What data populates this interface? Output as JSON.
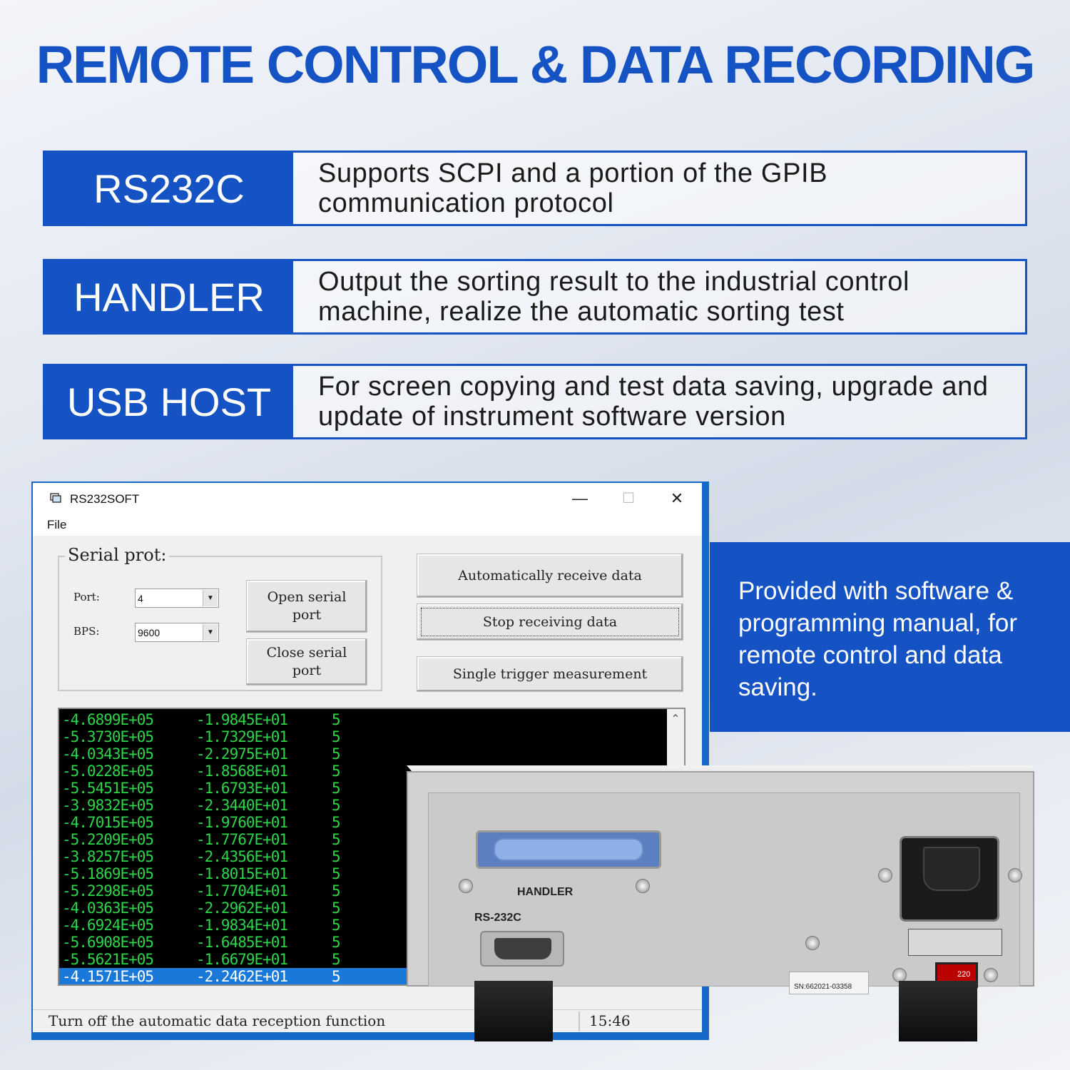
{
  "headline": "REMOTE CONTROL & DATA RECORDING",
  "features": [
    {
      "label": "RS232C",
      "desc": "Supports SCPI and a portion of the GPIB communication protocol"
    },
    {
      "label": "HANDLER",
      "desc": "Output the sorting result to the industrial control machine, realize the automatic sorting test"
    },
    {
      "label": "USB HOST",
      "desc": "For screen copying and test data saving, upgrade and update of instrument software version"
    }
  ],
  "side_panel": "Provided with software & programming manual, for remote control and data saving.",
  "window": {
    "title": "RS232SOFT",
    "controls": {
      "minimize": "—",
      "maximize": "☐",
      "close": "✕"
    },
    "menu": {
      "file": "File"
    },
    "serial_group": {
      "title": "Serial prot:",
      "port_label": "Port:",
      "port_value": "4",
      "bps_label": "BPS:",
      "bps_value": "9600",
      "open_button": "Open serial port",
      "close_button": "Close serial port"
    },
    "buttons": {
      "auto_receive": "Automatically receive data",
      "stop_receive": "Stop receiving data",
      "single_trigger": "Single trigger measurement"
    },
    "data_rows": [
      [
        "-4.6899E+05",
        "-1.9845E+01",
        "5"
      ],
      [
        "-5.3730E+05",
        "-1.7329E+01",
        "5"
      ],
      [
        "-4.0343E+05",
        "-2.2975E+01",
        "5"
      ],
      [
        "-5.0228E+05",
        "-1.8568E+01",
        "5"
      ],
      [
        "-5.5451E+05",
        "-1.6793E+01",
        "5"
      ],
      [
        "-3.9832E+05",
        "-2.3440E+01",
        "5"
      ],
      [
        "-4.7015E+05",
        "-1.9760E+01",
        "5"
      ],
      [
        "-5.2209E+05",
        "-1.7767E+01",
        "5"
      ],
      [
        "-3.8257E+05",
        "-2.4356E+01",
        "5"
      ],
      [
        "-5.1869E+05",
        "-1.8015E+01",
        "5"
      ],
      [
        "-5.2298E+05",
        "-1.7704E+01",
        "5"
      ],
      [
        "-4.0363E+05",
        "-2.2962E+01",
        "5"
      ],
      [
        "-4.6924E+05",
        "-1.9834E+01",
        "5"
      ],
      [
        "-5.6908E+05",
        "-1.6485E+01",
        "5"
      ],
      [
        "-5.5621E+05",
        "-1.6679E+01",
        "5"
      ],
      [
        "-4.1571E+05",
        "-2.2462E+01",
        "5"
      ]
    ],
    "status": {
      "message": "Turn off the automatic data reception function",
      "time": "15:46"
    }
  },
  "device": {
    "handler_label": "HANDLER",
    "rs232_label": "RS-232C",
    "serial_number": "SN:662021-03358",
    "switch_label": "220"
  }
}
